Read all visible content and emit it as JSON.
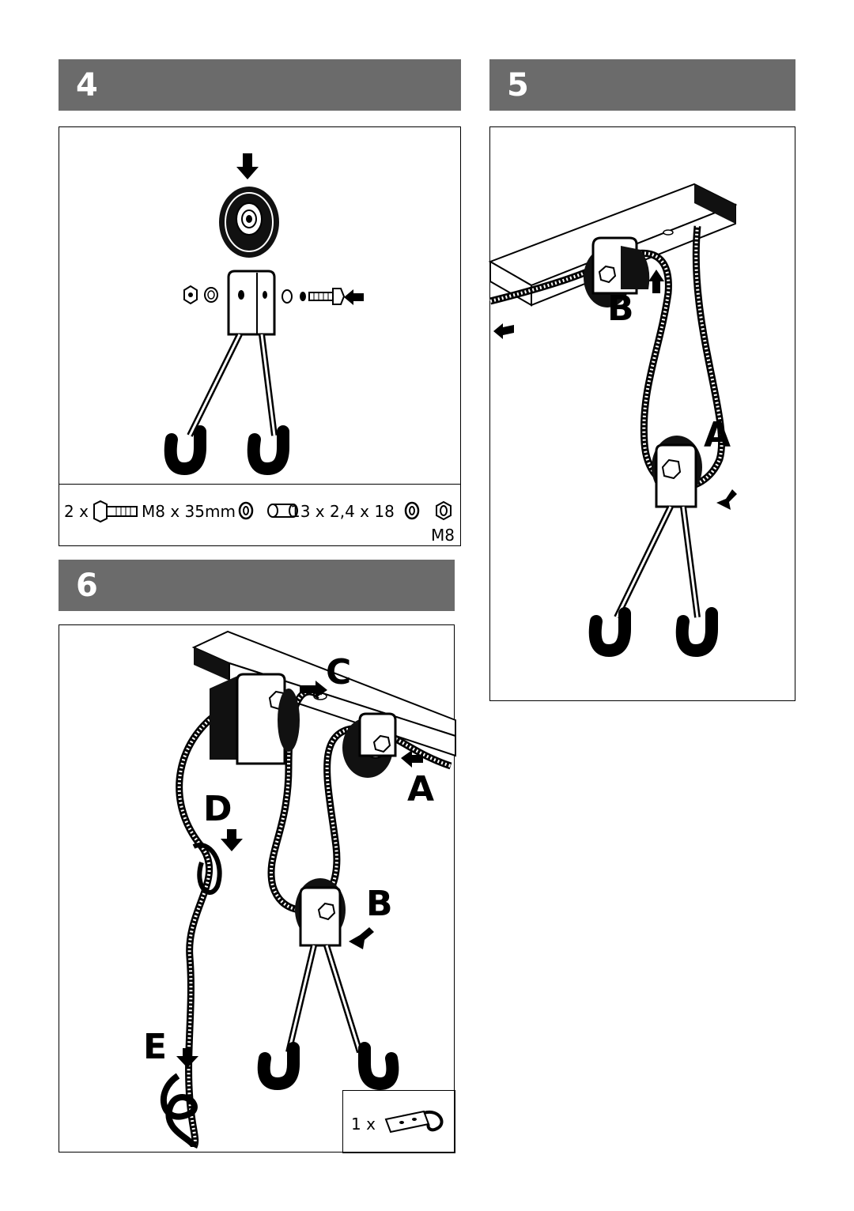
{
  "steps": {
    "step4": {
      "number": "4"
    },
    "step5": {
      "number": "5"
    },
    "step6": {
      "number": "6"
    }
  },
  "step4_parts": {
    "qty": "2 x",
    "bolt": "M8 x 35mm",
    "sleeve": "13 x 2,4 x 18",
    "nut": "M8"
  },
  "step5_labels": {
    "b": "B",
    "a": "A"
  },
  "step6_labels": {
    "c": "C",
    "a": "A",
    "d": "D",
    "b": "B",
    "e": "E"
  },
  "step6_parts": {
    "qty": "1 x"
  },
  "colors": {
    "header_bg": "#6b6b6b",
    "header_text": "#ffffff"
  }
}
